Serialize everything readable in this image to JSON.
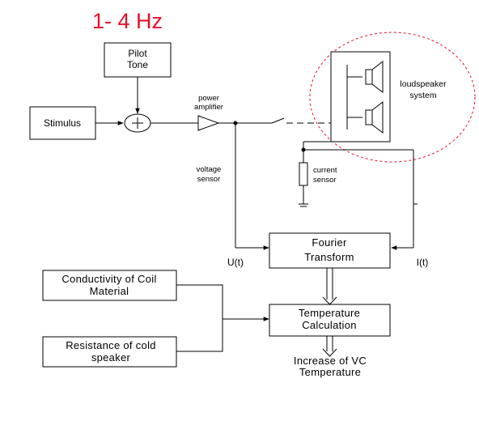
{
  "frequency_label": "1- 4 Hz",
  "blocks": {
    "pilot_tone": [
      "Pilot",
      "Tone"
    ],
    "stimulus": "Stimulus",
    "fourier": [
      "Fourier",
      "Transform"
    ],
    "conductivity": [
      "Conductivity of Coil",
      "Material"
    ],
    "resistance": [
      "Resistance of cold",
      "speaker"
    ],
    "temperature": [
      "Temperature",
      "Calculation"
    ]
  },
  "labels": {
    "power_amplifier": [
      "power",
      "amplifier"
    ],
    "voltage_sensor": [
      "voltage",
      "sensor"
    ],
    "current_sensor": [
      "current",
      "sensor"
    ],
    "loudspeaker_system": [
      "loudspeaker",
      "system"
    ],
    "u_t": "U(t)",
    "i_t": "I(t)",
    "output": [
      "Increase of VC",
      "Temperature"
    ]
  },
  "colors": {
    "highlight": "#e8102a",
    "line": "#000000"
  }
}
